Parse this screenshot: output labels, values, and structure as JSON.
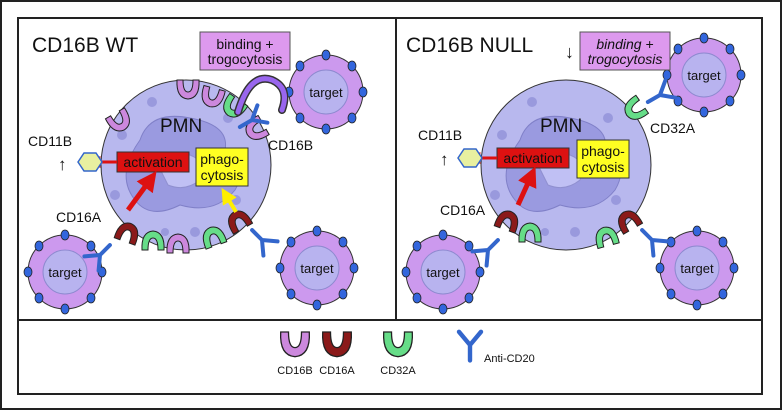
{
  "panels": {
    "left": {
      "title": "CD16B WT",
      "center_cell": "PMN",
      "box_binding_line1": "binding +",
      "box_binding_line2": "trogocytosis",
      "box_activation": "activation",
      "box_phago_line1": "phago-",
      "box_phago_line2": "cytosis",
      "label_cd11b": "CD11B",
      "label_cd16a": "CD16A",
      "label_cd16b": "CD16B",
      "target_labels": [
        "target",
        "target",
        "target"
      ],
      "arrow_cd11b": "↑"
    },
    "right": {
      "title": "CD16B NULL",
      "center_cell": "PMN",
      "box_binding_line1": "binding +",
      "box_binding_line2": "trogocytosis",
      "box_activation": "activation",
      "box_phago_line1": "phago-",
      "box_phago_line2": "cytosis",
      "label_cd11b": "CD11B",
      "label_cd16a": "CD16A",
      "label_cd32a": "CD32A",
      "target_labels": [
        "target",
        "target",
        "target"
      ],
      "arrow_cd11b": "↑",
      "arrow_binding": "↓"
    }
  },
  "legend": {
    "items": [
      {
        "label": "CD16B",
        "icon": "cd16b-receptor-icon",
        "color": "#cc88dd"
      },
      {
        "label": "CD16A",
        "icon": "cd16a-receptor-icon",
        "color": "#8b1a1a"
      },
      {
        "label": "CD32A",
        "icon": "cd32a-receptor-icon",
        "color": "#66dd88"
      },
      {
        "label": "Anti-CD20",
        "icon": "anti-cd20-antibody-icon",
        "color": "#3366cc"
      }
    ]
  },
  "colors": {
    "pmn_fill": "#b8b8ee",
    "target_fill": "#cc99ee",
    "activation_box": "#dd1111",
    "phago_box": "#ffff22",
    "binding_box": "#dd99ee"
  }
}
